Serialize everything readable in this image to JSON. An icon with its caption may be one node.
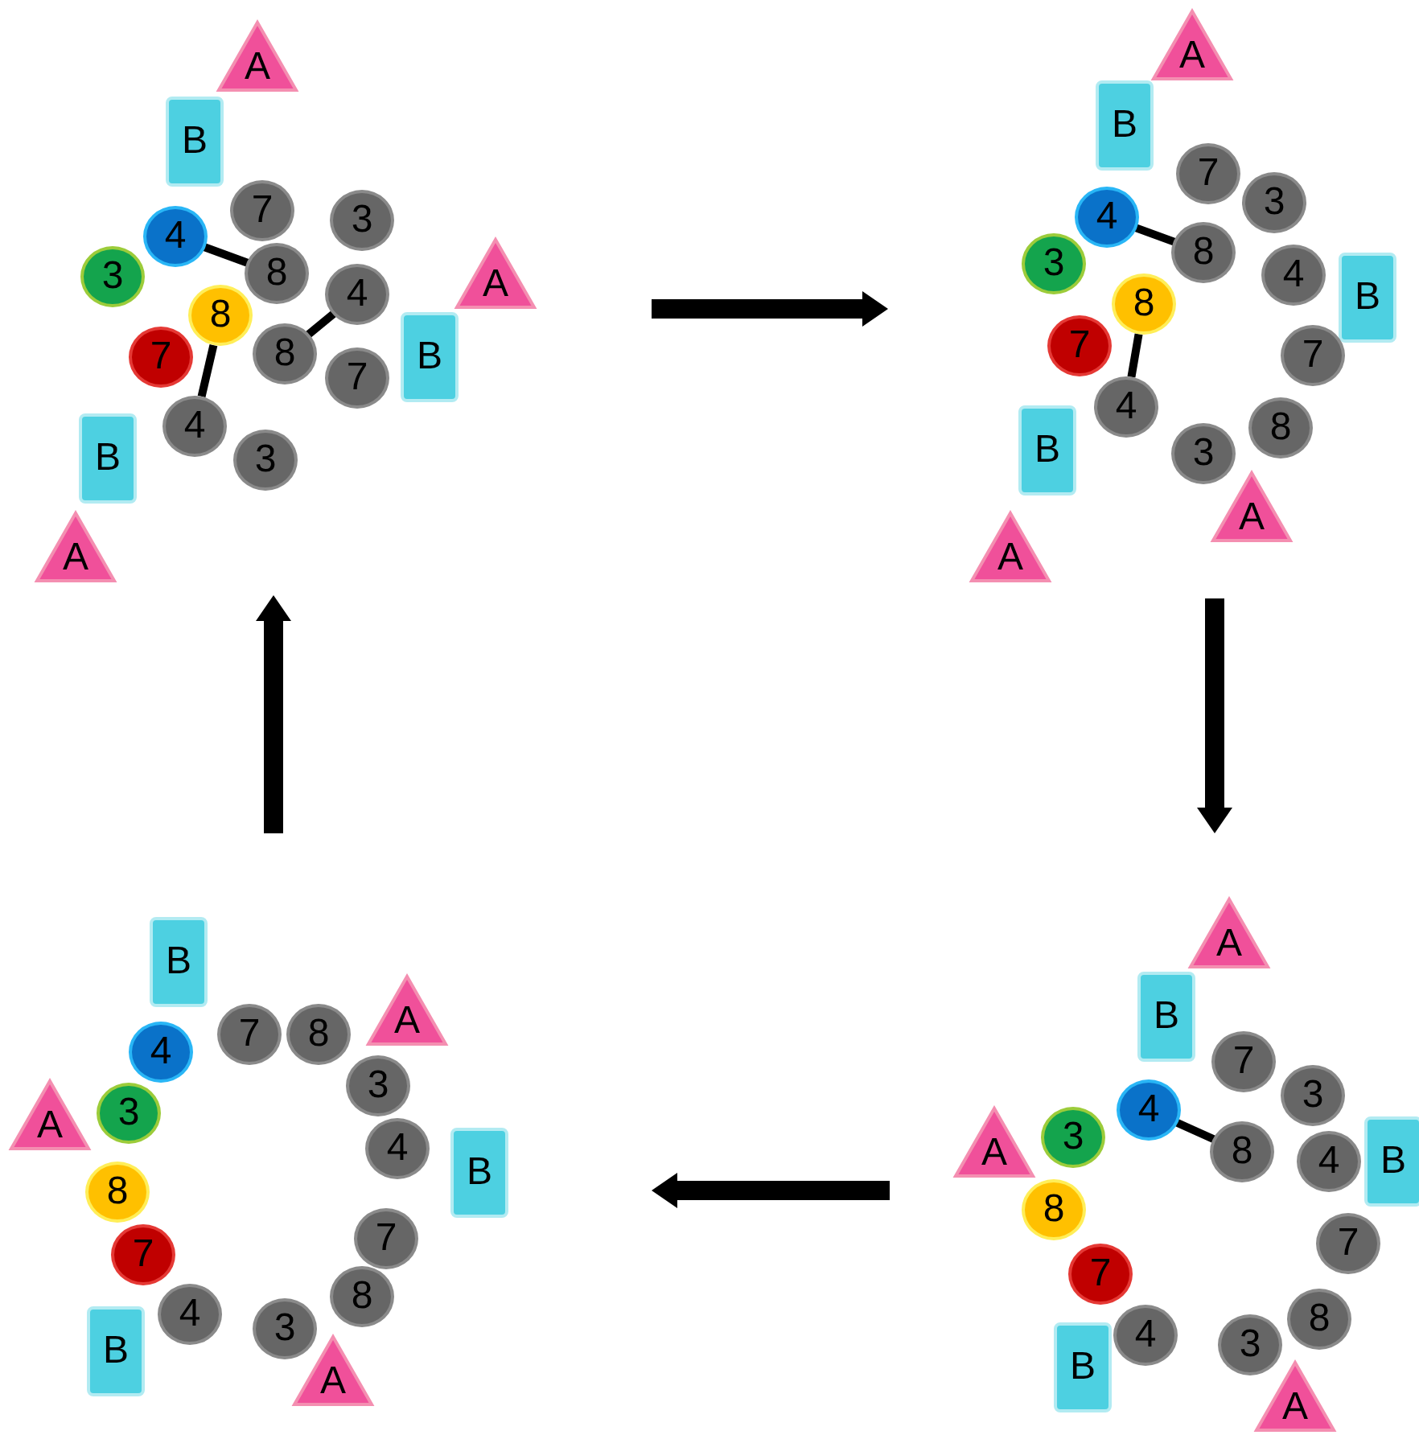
{
  "diagram": {
    "nodes": [
      {
        "text": [
          "A"
        ]
      },
      {
        "text": [
          "B"
        ]
      },
      {
        "text": [
          "7"
        ]
      },
      {
        "text": [
          "3"
        ]
      },
      {
        "text": [
          "4"
        ]
      },
      {
        "text": [
          "8"
        ]
      },
      {
        "text": [
          "3"
        ]
      },
      {
        "text": [
          "A"
        ]
      },
      {
        "text": [
          "4"
        ]
      },
      {
        "text": [
          "8"
        ]
      },
      {
        "text": [
          "8"
        ]
      },
      {
        "text": [
          "7"
        ]
      },
      {
        "text": [
          "B"
        ]
      },
      {
        "text": [
          "7"
        ]
      },
      {
        "text": [
          "4"
        ]
      },
      {
        "text": [
          "3"
        ]
      },
      {
        "text": [
          "B"
        ]
      },
      {
        "text": [
          "A"
        ]
      },
      {
        "text": [
          "A"
        ]
      },
      {
        "text": [
          "B"
        ]
      },
      {
        "text": [
          "7"
        ]
      },
      {
        "text": [
          "3"
        ]
      },
      {
        "text": [
          "4"
        ]
      },
      {
        "text": [
          "8"
        ]
      },
      {
        "text": [
          "3"
        ]
      },
      {
        "text": [
          "4"
        ]
      },
      {
        "text": [
          "B"
        ]
      },
      {
        "text": [
          "8"
        ]
      },
      {
        "text": [
          "7"
        ]
      },
      {
        "text": [
          "7"
        ]
      },
      {
        "text": [
          "4"
        ]
      },
      {
        "text": [
          "8"
        ]
      },
      {
        "text": [
          "B"
        ]
      },
      {
        "text": [
          "3"
        ]
      },
      {
        "text": [
          "A"
        ]
      },
      {
        "text": [
          "A"
        ]
      },
      {
        "text": [
          "A"
        ]
      },
      {
        "text": [
          "B"
        ]
      },
      {
        "text": [
          "7"
        ]
      },
      {
        "text": [
          "3"
        ]
      },
      {
        "text": [
          "4"
        ]
      },
      {
        "text": [
          "3"
        ]
      },
      {
        "text": [
          "A"
        ]
      },
      {
        "text": [
          "8"
        ]
      },
      {
        "text": [
          "4"
        ]
      },
      {
        "text": [
          "B"
        ]
      },
      {
        "text": [
          "8"
        ]
      },
      {
        "text": [
          "7"
        ]
      },
      {
        "text": [
          "7"
        ]
      },
      {
        "text": [
          "8"
        ]
      },
      {
        "text": [
          "4"
        ]
      },
      {
        "text": [
          "3"
        ]
      },
      {
        "text": [
          "B"
        ]
      },
      {
        "text": [
          "A"
        ]
      },
      {
        "text": [
          "B"
        ]
      },
      {
        "text": [
          "7"
        ]
      },
      {
        "text": [
          "8"
        ]
      },
      {
        "text": [
          "A"
        ]
      },
      {
        "text": [
          "4"
        ]
      },
      {
        "text": [
          "3"
        ]
      },
      {
        "text": [
          "A"
        ]
      },
      {
        "text": [
          "3"
        ]
      },
      {
        "text": [
          "4"
        ]
      },
      {
        "text": [
          "B"
        ]
      },
      {
        "text": [
          "8"
        ]
      },
      {
        "text": [
          "7"
        ]
      },
      {
        "text": [
          "7"
        ]
      },
      {
        "text": [
          "8"
        ]
      },
      {
        "text": [
          "4"
        ]
      },
      {
        "text": [
          "3"
        ]
      },
      {
        "text": [
          "B"
        ]
      },
      {
        "text": [
          "A"
        ]
      }
    ],
    "edges": [
      {
        "from": 4,
        "to": 5,
        "arrow": "none"
      },
      {
        "from": 10,
        "to": 8,
        "arrow": "none"
      },
      {
        "from": 9,
        "to": 14,
        "arrow": "none"
      },
      {
        "from": 22,
        "to": 23,
        "arrow": "none"
      },
      {
        "from": 27,
        "to": 30,
        "arrow": "none"
      },
      {
        "from": 40,
        "to": 43,
        "arrow": "none"
      }
    ]
  }
}
